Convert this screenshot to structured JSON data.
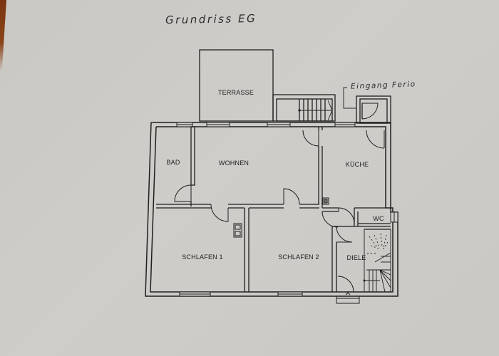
{
  "document": {
    "title_handwritten": "Grundriss EG",
    "annotation_handwritten": "Eingang Ferio"
  },
  "rooms": {
    "terrasse": "TERRASSE",
    "bad": "BAD",
    "wohnen": "WOHNEN",
    "kueche": "KÜCHE",
    "wc": "WC",
    "schlafen1": "SCHLAFEN 1",
    "schlafen2": "SCHLAFEN 2",
    "diele": "DIELE"
  },
  "colors": {
    "paper": "#cbc9c5",
    "ink": "#1e1e1e",
    "wood_edge": "#7a3510"
  }
}
